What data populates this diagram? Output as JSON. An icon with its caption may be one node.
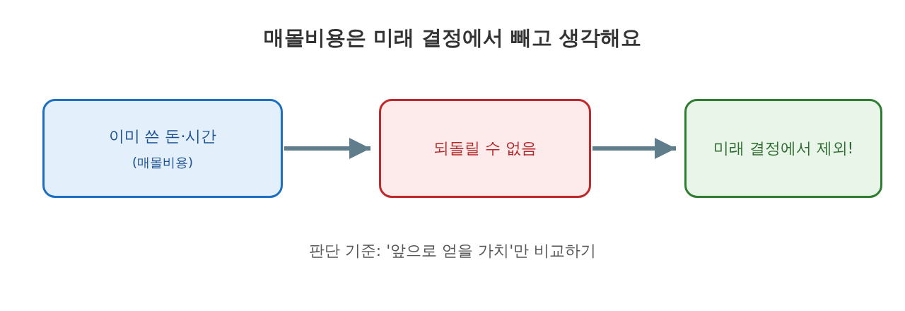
{
  "diagram": {
    "title": "매몰비용은 미래 결정에서 빼고 생각해요",
    "nodes": [
      {
        "text": [
          "이미 쓴 돈·시간",
          "(매몰비용)"
        ]
      },
      {
        "text": [
          "되돌릴 수 없음"
        ]
      },
      {
        "text": [
          "미래 결정에서 제외!"
        ]
      }
    ],
    "edges": [
      {
        "from": 0,
        "to": 1,
        "arrow": "to"
      },
      {
        "from": 1,
        "to": 2,
        "arrow": "to"
      }
    ],
    "labels": [
      "판단 기준: '앞으로 얻을 가치'만 비교하기"
    ]
  }
}
